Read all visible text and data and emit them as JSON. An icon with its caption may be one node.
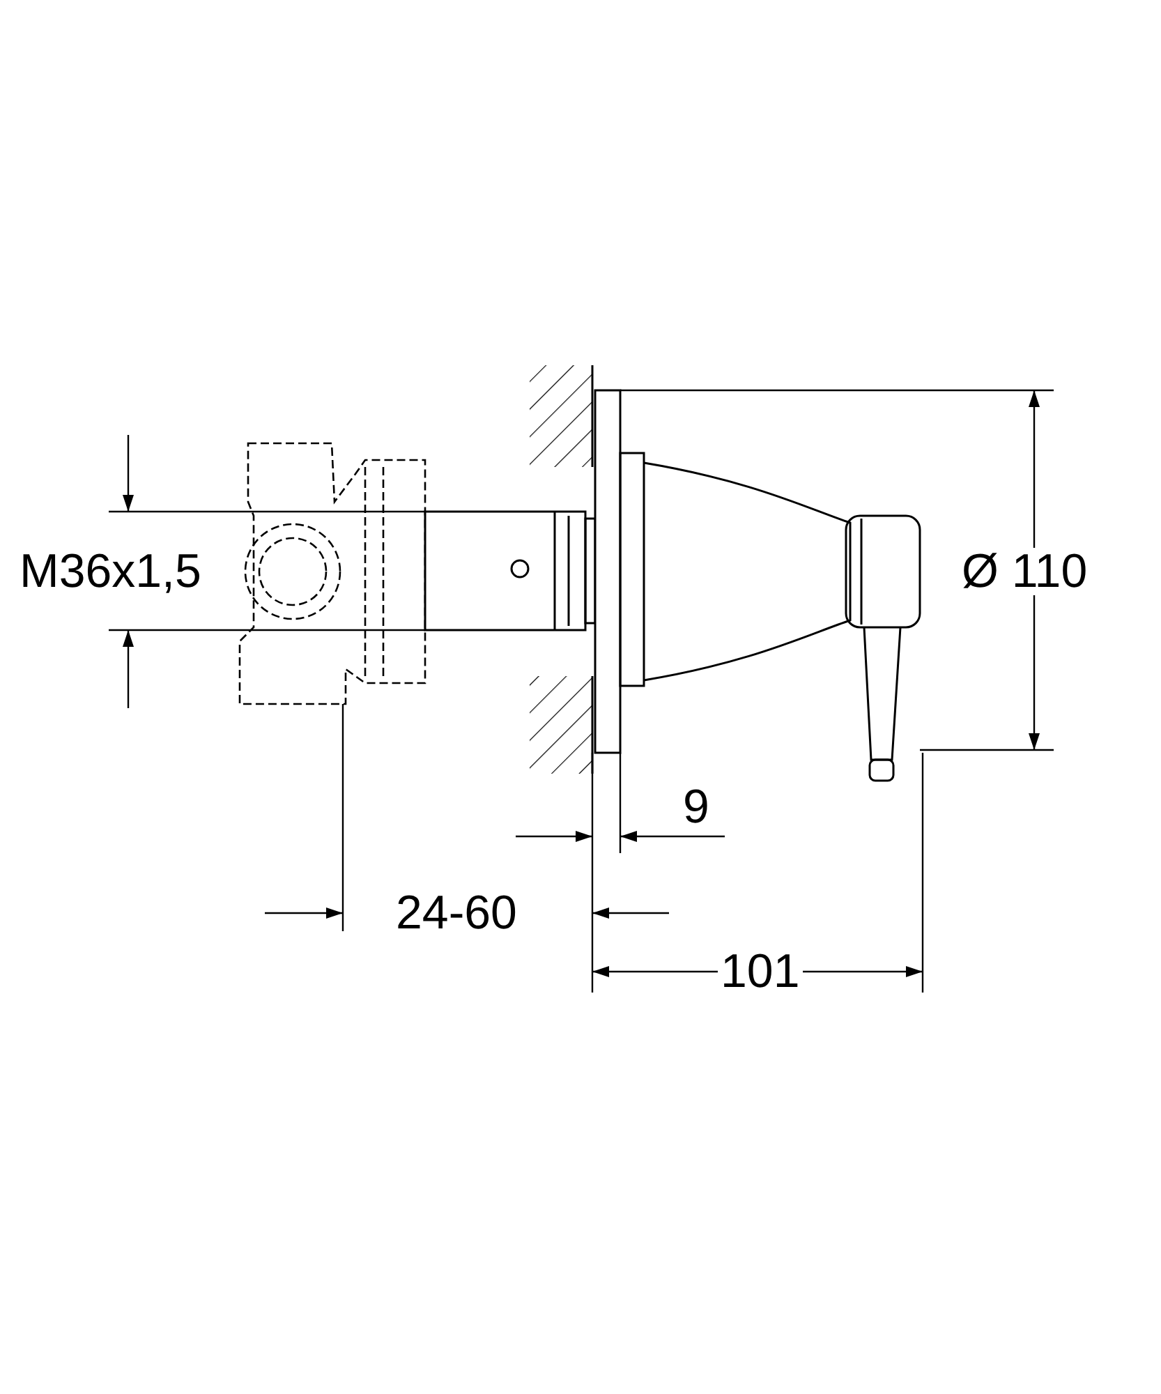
{
  "diagram": {
    "labels": [
      "M36x1,5",
      "Ø 110",
      "9",
      "24-60",
      "101"
    ]
  }
}
